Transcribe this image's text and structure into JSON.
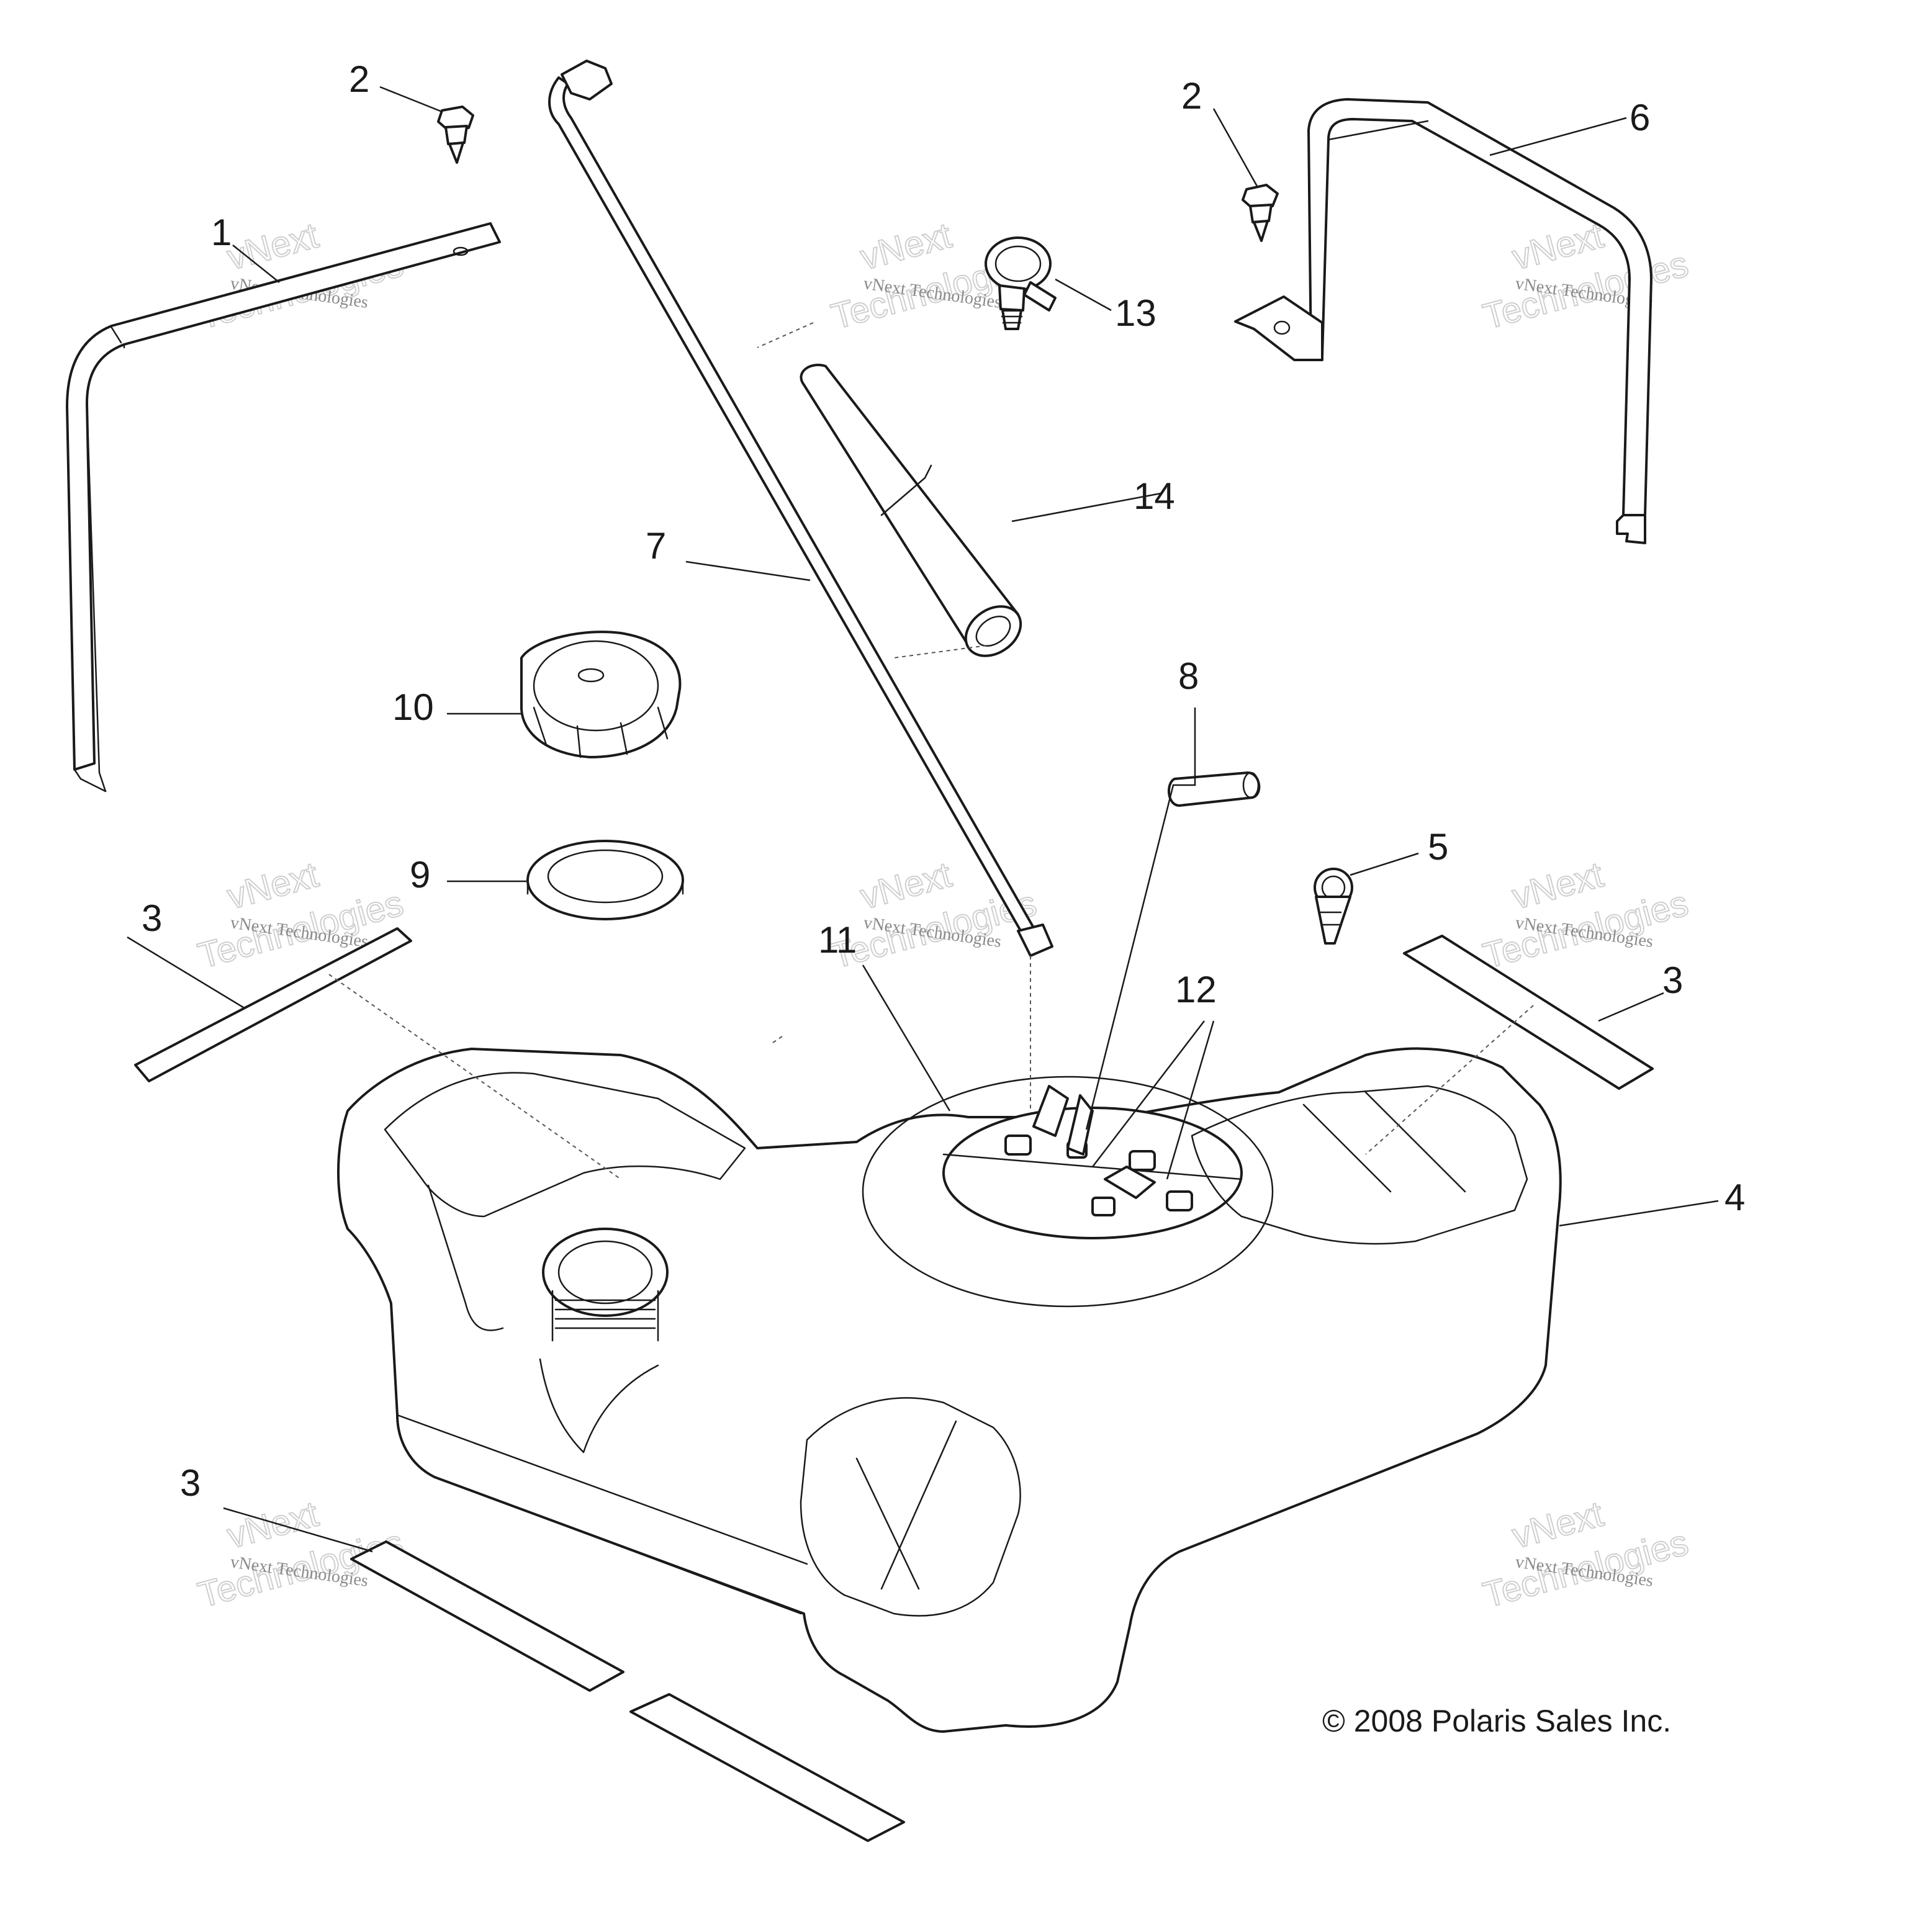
{
  "diagram": {
    "callouts": [
      {
        "id": "c1",
        "label": "1"
      },
      {
        "id": "c2a",
        "label": "2"
      },
      {
        "id": "c2b",
        "label": "2"
      },
      {
        "id": "c3a",
        "label": "3"
      },
      {
        "id": "c3b",
        "label": "3"
      },
      {
        "id": "c3c",
        "label": "3"
      },
      {
        "id": "c4",
        "label": "4"
      },
      {
        "id": "c5",
        "label": "5"
      },
      {
        "id": "c6",
        "label": "6"
      },
      {
        "id": "c7",
        "label": "7"
      },
      {
        "id": "c8",
        "label": "8"
      },
      {
        "id": "c9",
        "label": "9"
      },
      {
        "id": "c10",
        "label": "10"
      },
      {
        "id": "c11",
        "label": "11"
      },
      {
        "id": "c12",
        "label": "12"
      },
      {
        "id": "c13",
        "label": "13"
      },
      {
        "id": "c14",
        "label": "14"
      }
    ],
    "copyright": "© 2008 Polaris Sales Inc.",
    "watermark": {
      "line_small": "vNext Technologies",
      "line_big_1": "vNext",
      "line_big_2": "Technologies"
    }
  }
}
